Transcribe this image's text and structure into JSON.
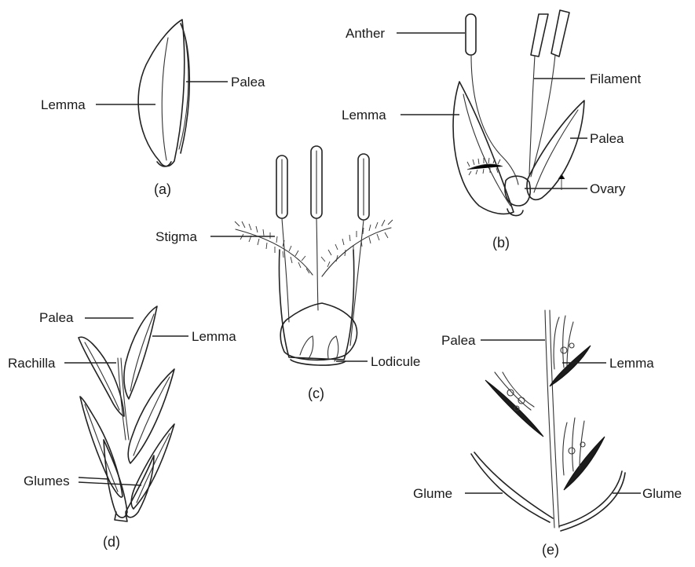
{
  "panels": {
    "a": {
      "caption": "(a)",
      "labels": {
        "lemma": "Lemma",
        "palea": "Palea"
      }
    },
    "b": {
      "caption": "(b)",
      "labels": {
        "anther": "Anther",
        "filament": "Filament",
        "lemma": "Lemma",
        "palea": "Palea",
        "ovary": "Ovary"
      }
    },
    "c": {
      "caption": "(c)",
      "labels": {
        "stigma": "Stigma",
        "lodicule": "Lodicule"
      }
    },
    "d": {
      "caption": "(d)",
      "labels": {
        "palea": "Palea",
        "lemma": "Lemma",
        "rachilla": "Rachilla",
        "glumes": "Glumes"
      }
    },
    "e": {
      "caption": "(e)",
      "labels": {
        "palea": "Palea",
        "lemma": "Lemma",
        "glume_left": "Glume",
        "glume_right": "Glume"
      }
    }
  }
}
